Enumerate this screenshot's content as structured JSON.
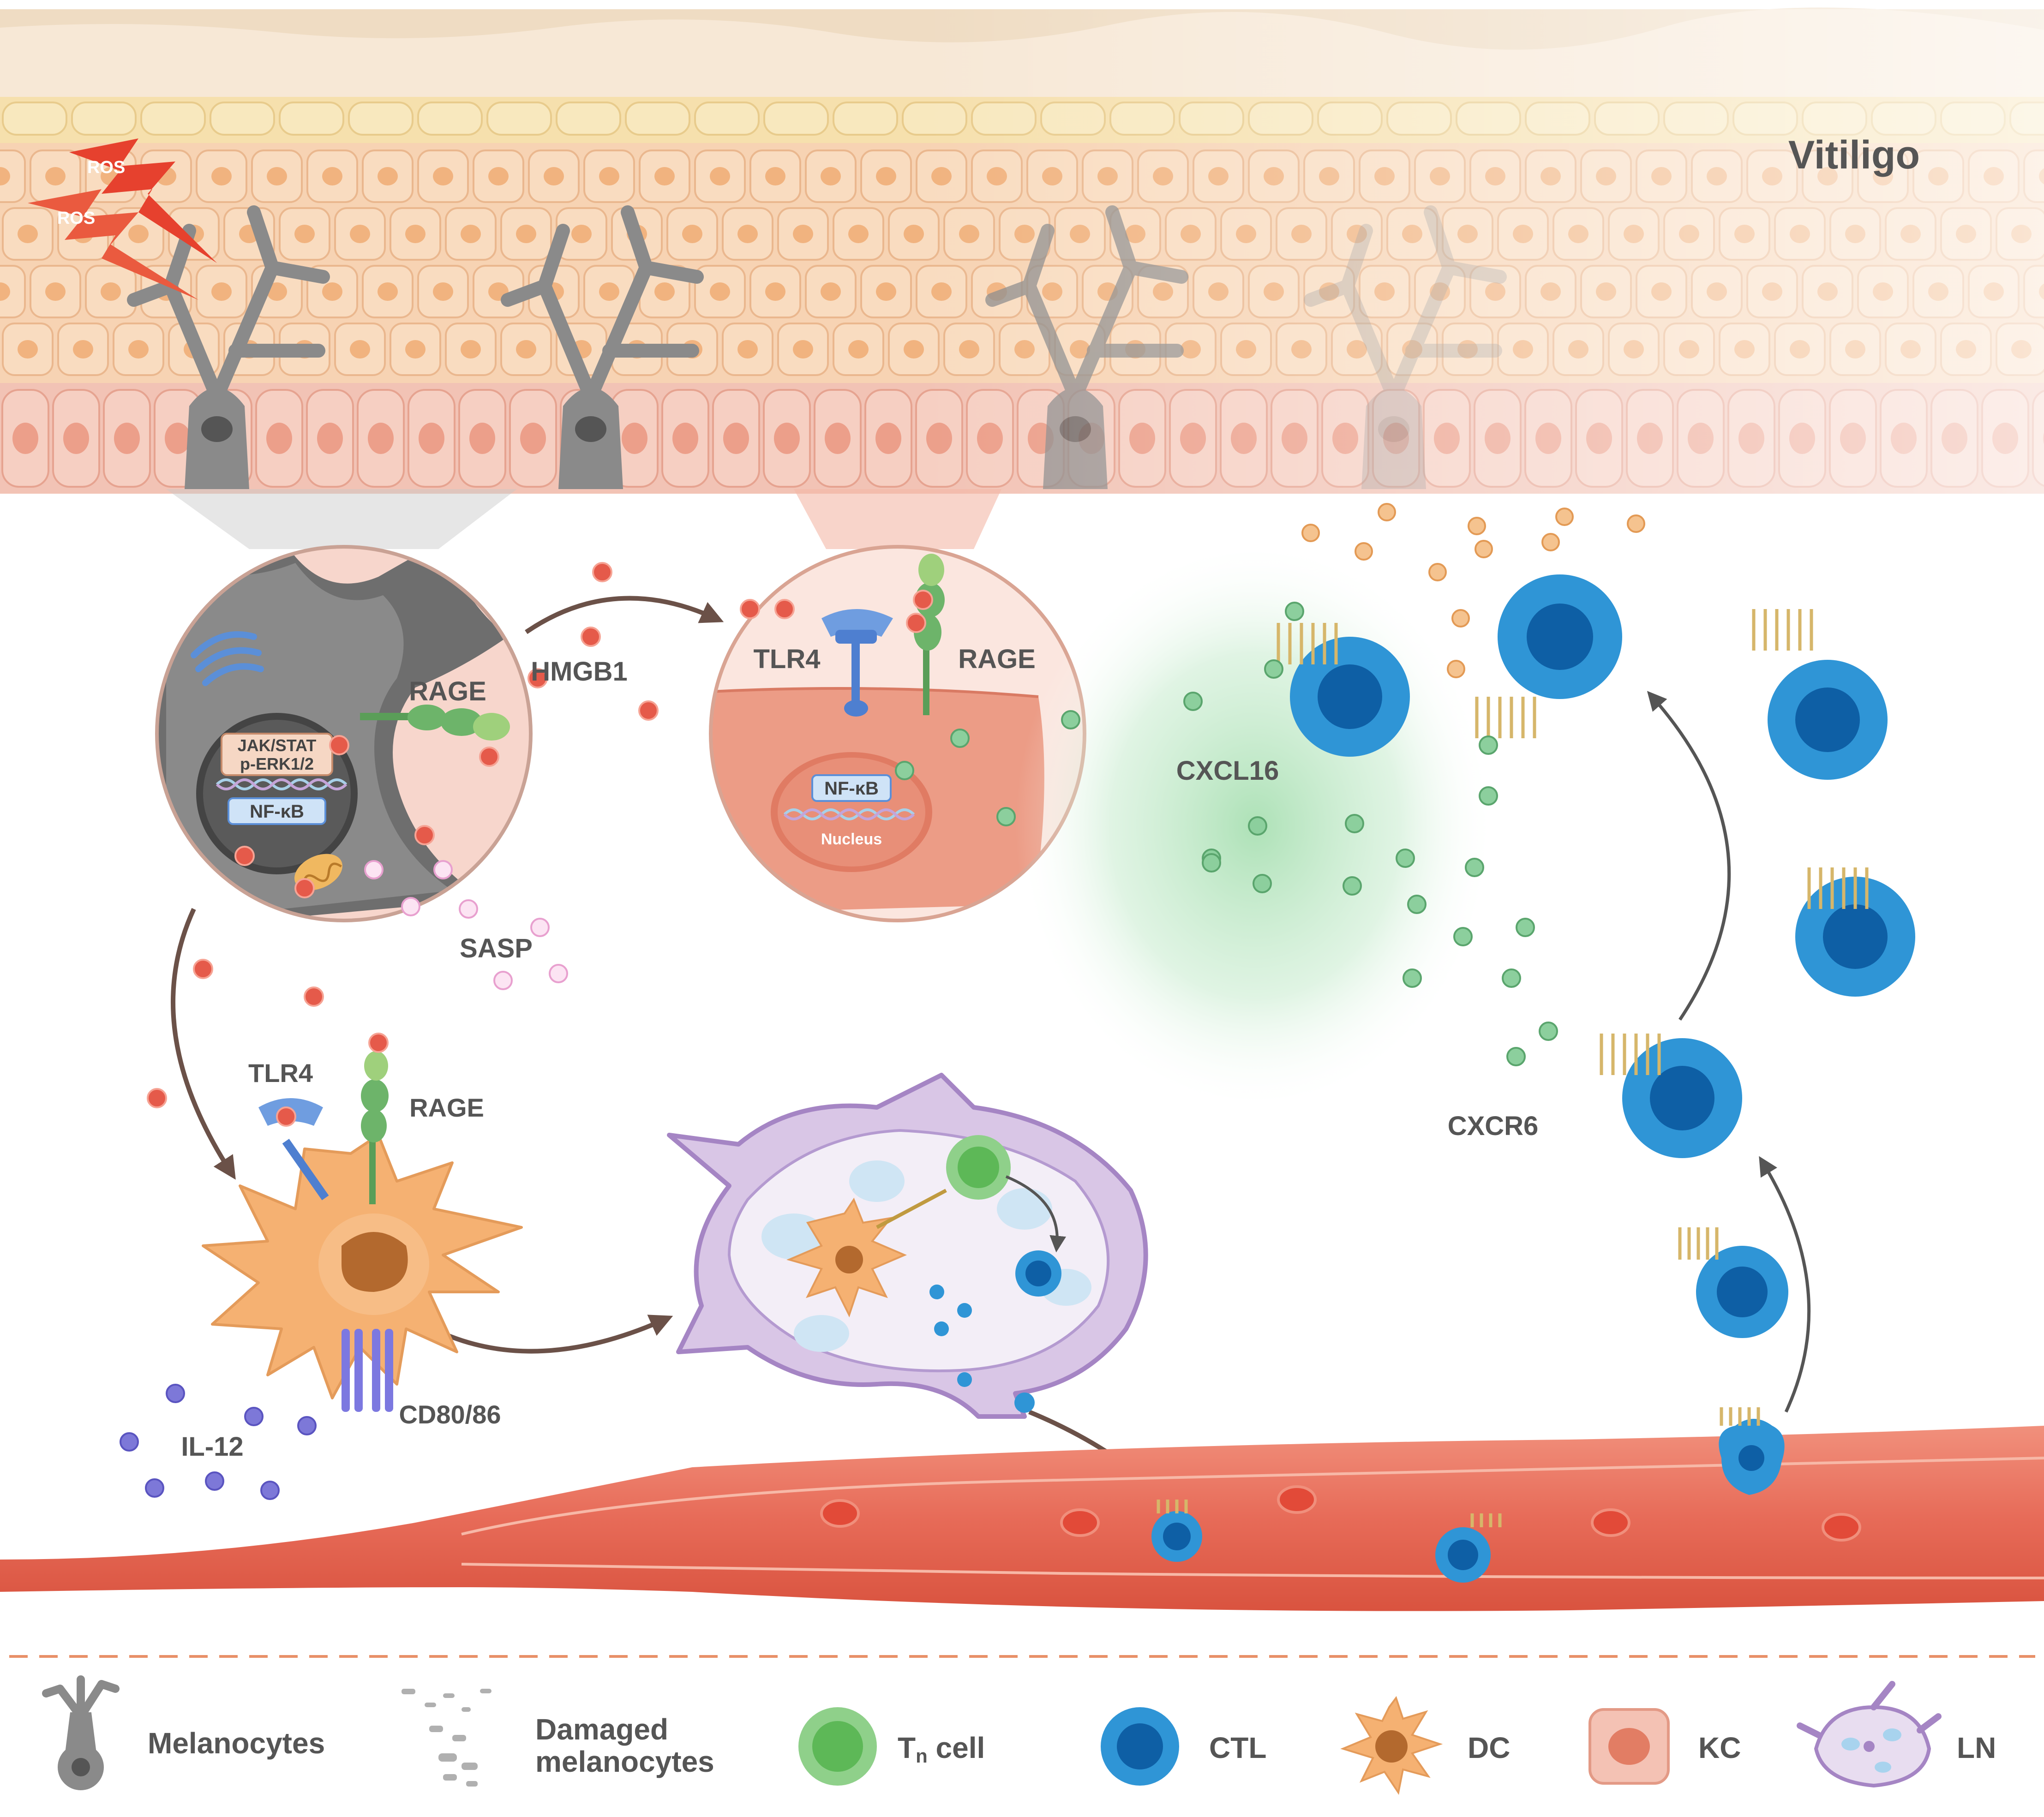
{
  "title": "Vitiligo",
  "stressors": {
    "ros_1": "ROS",
    "ros_2": "ROS"
  },
  "melanocyte_inset": {
    "pathway_1": "JAK/STAT",
    "pathway_2": "p-ERK1/2",
    "nfkb": "NF-κB",
    "receptor": "RAGE"
  },
  "keratinocyte_inset": {
    "tlr4": "TLR4",
    "rage": "RAGE",
    "nfkb": "NF-κB",
    "nucleus": "Nucleus"
  },
  "molecules": {
    "hmgb1": "HMGB1",
    "sasp": "SASP",
    "cxcl16": "CXCL16",
    "cxcr6": "CXCR6",
    "il12": "IL-12"
  },
  "dc_receptors": {
    "tlr4": "TLR4",
    "rage": "RAGE",
    "costim": "CD80/86"
  },
  "legend": {
    "melanocytes": "Melanocytes",
    "damaged_1": "Damaged",
    "damaged_2": "melanocytes",
    "tn_main": "T",
    "tn_sub": "n",
    "tn_rest": " cell",
    "ctl": "CTL",
    "dc": "DC",
    "kc": "KC",
    "ln": "LN"
  },
  "colors": {
    "skin_basal": "#f4c2b4",
    "skin_spinous": "#f8d6b8",
    "melanocyte": "#8a8a8a",
    "hmgb1_dot": "#e55a4a",
    "cxcl16_dot": "#8ccf9d",
    "il12_dot": "#7d78d8",
    "ctl": "#2f95d6",
    "tn": "#8fd08a",
    "dc": "#f5b172",
    "vessel": "#e87a67"
  }
}
